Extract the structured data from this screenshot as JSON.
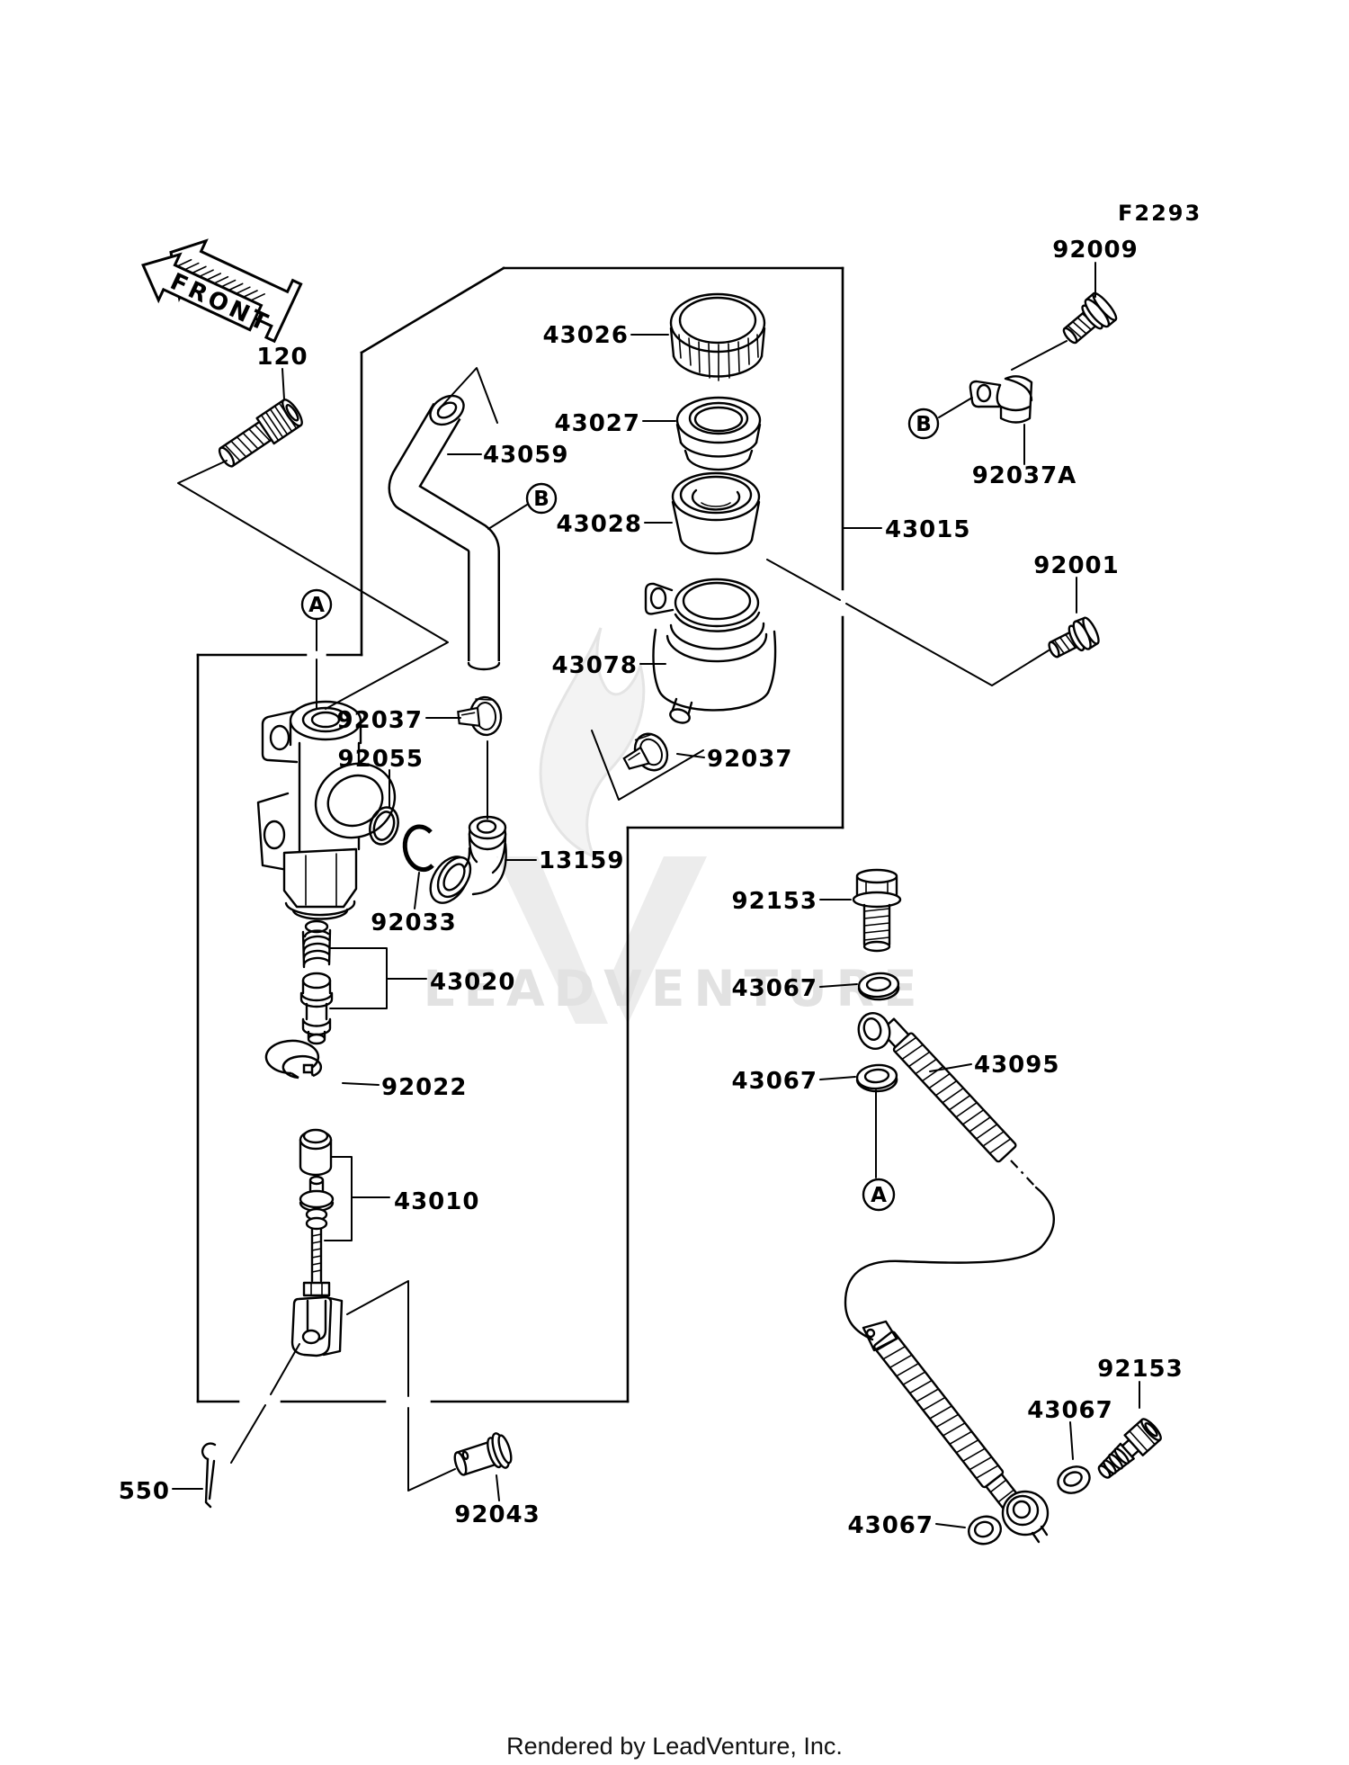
{
  "header": {
    "diagram_code": "F2293",
    "front_arrow": "FRONT"
  },
  "watermark": {
    "brand": "LEADVENTURE"
  },
  "footer": {
    "credit": "Rendered by LeadVenture, Inc."
  },
  "callouts": {
    "a": "A",
    "b": "B"
  },
  "labels": {
    "p120": "120",
    "p92009": "92009",
    "p43026": "43026",
    "p43027": "43027",
    "p43059": "43059",
    "p92037a": "92037A",
    "p43028": "43028",
    "p43015": "43015",
    "p92001": "92001",
    "p43078": "43078",
    "p92037_left": "92037",
    "p92037_right": "92037",
    "p92055": "92055",
    "p13159": "13159",
    "p92033": "92033",
    "p43020": "43020",
    "p92022": "92022",
    "p43010": "43010",
    "p92153_top": "92153",
    "p43067_top": "43067",
    "p43095": "43095",
    "p43067_mid": "43067",
    "p92153_bottom": "92153",
    "p43067_right": "43067",
    "p43067_bottom": "43067",
    "p550": "550",
    "p92043": "92043"
  }
}
